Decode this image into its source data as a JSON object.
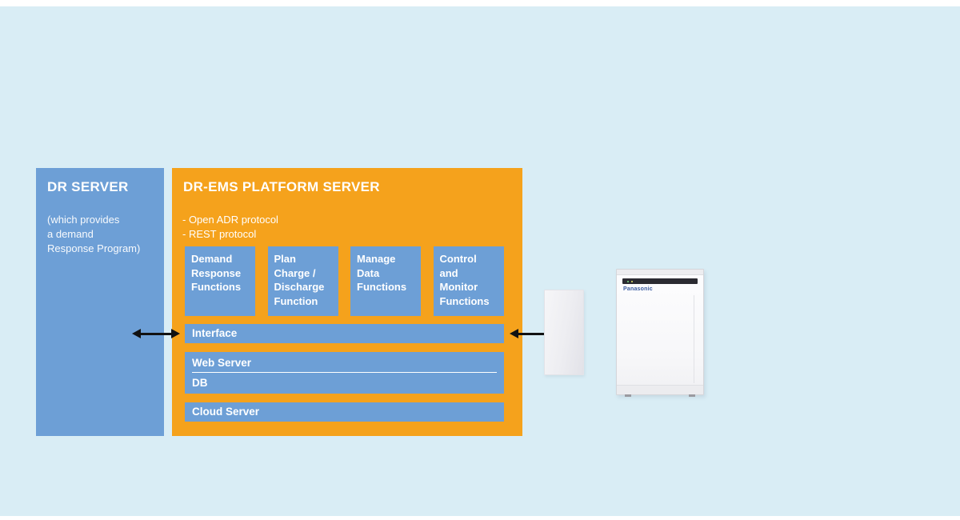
{
  "colors": {
    "background": "#d9edf5",
    "blue": "#6d9fd6",
    "orange": "#f5a21c",
    "arrow": "#121212",
    "text": "#ffffff"
  },
  "dr_server": {
    "title": "DR SERVER",
    "description": "(which provides\na demand\nResponse Program)"
  },
  "platform": {
    "title": "DR-EMS PLATFORM SERVER",
    "protocols": [
      "- Open ADR protocol",
      "- REST protocol"
    ],
    "functions": [
      "Demand\nResponse\nFunctions",
      "Plan\nCharge /\nDischarge\nFunction",
      "Manage\nData\nFunctions",
      "Control\nand\nMonitor\nFunctions"
    ],
    "layers": {
      "interface": "Interface",
      "web_server": "Web Server",
      "db": "DB",
      "cloud_server": "Cloud Server"
    }
  },
  "device": {
    "brand": "Panasonic"
  }
}
